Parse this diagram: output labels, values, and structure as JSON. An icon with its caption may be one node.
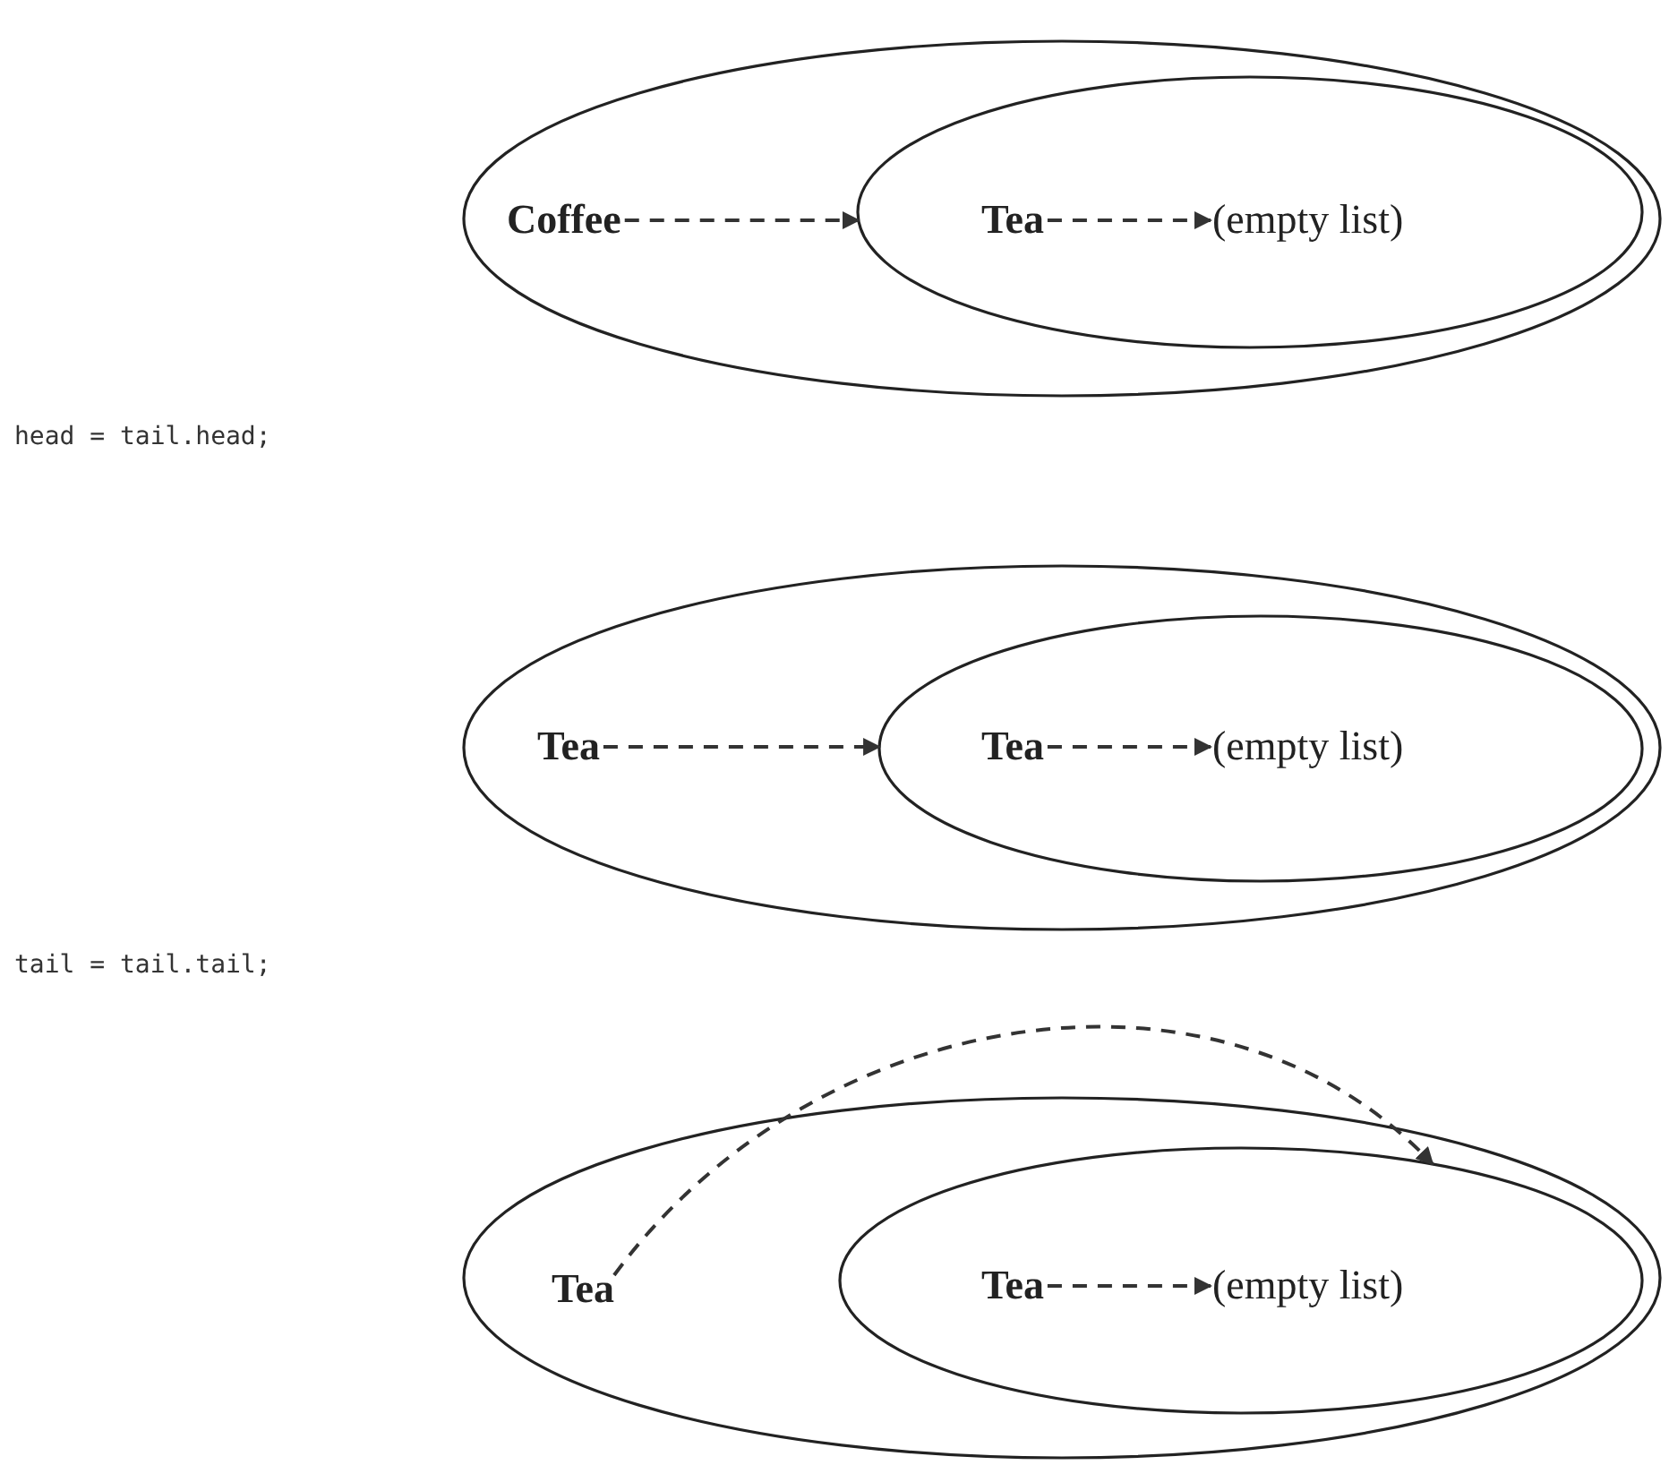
{
  "diagram": {
    "nodes": [
      {
        "text": [],
        "shape": "ellipse"
      },
      {
        "text": [
          "Coffee"
        ],
        "in": 0
      },
      {
        "text": [],
        "shape": "ellipse",
        "in": 0
      },
      {
        "text": [
          "Tea"
        ],
        "in": 2
      },
      {
        "text": [
          "(empty list)"
        ],
        "in": 2
      },
      {
        "text": [],
        "shape": "ellipse"
      },
      {
        "text": [
          "Tea"
        ],
        "in": 5
      },
      {
        "text": [],
        "shape": "ellipse",
        "in": 5
      },
      {
        "text": [
          "Tea"
        ],
        "in": 7
      },
      {
        "text": [
          "(empty list)"
        ],
        "in": 7
      },
      {
        "text": [],
        "shape": "ellipse"
      },
      {
        "text": [
          "Tea"
        ],
        "in": 10
      },
      {
        "text": [],
        "shape": "ellipse",
        "in": 10
      },
      {
        "text": [
          "Tea"
        ],
        "in": 12
      },
      {
        "text": [
          "(empty list)"
        ],
        "in": 12
      }
    ],
    "edges": [
      {
        "from": 1,
        "to": 2,
        "arrow": "to",
        "style": "dashed"
      },
      {
        "from": 3,
        "to": 4,
        "arrow": "to",
        "style": "dashed"
      },
      {
        "from": 6,
        "to": 7,
        "arrow": "to",
        "style": "dashed"
      },
      {
        "from": 8,
        "to": 9,
        "arrow": "to",
        "style": "dashed"
      },
      {
        "from": 11,
        "to": 12,
        "arrow": "to",
        "style": "dashed"
      },
      {
        "from": 13,
        "to": 14,
        "arrow": "to",
        "style": "dashed"
      }
    ],
    "labels": [
      "head = tail.head;",
      "tail = tail.tail;"
    ]
  }
}
